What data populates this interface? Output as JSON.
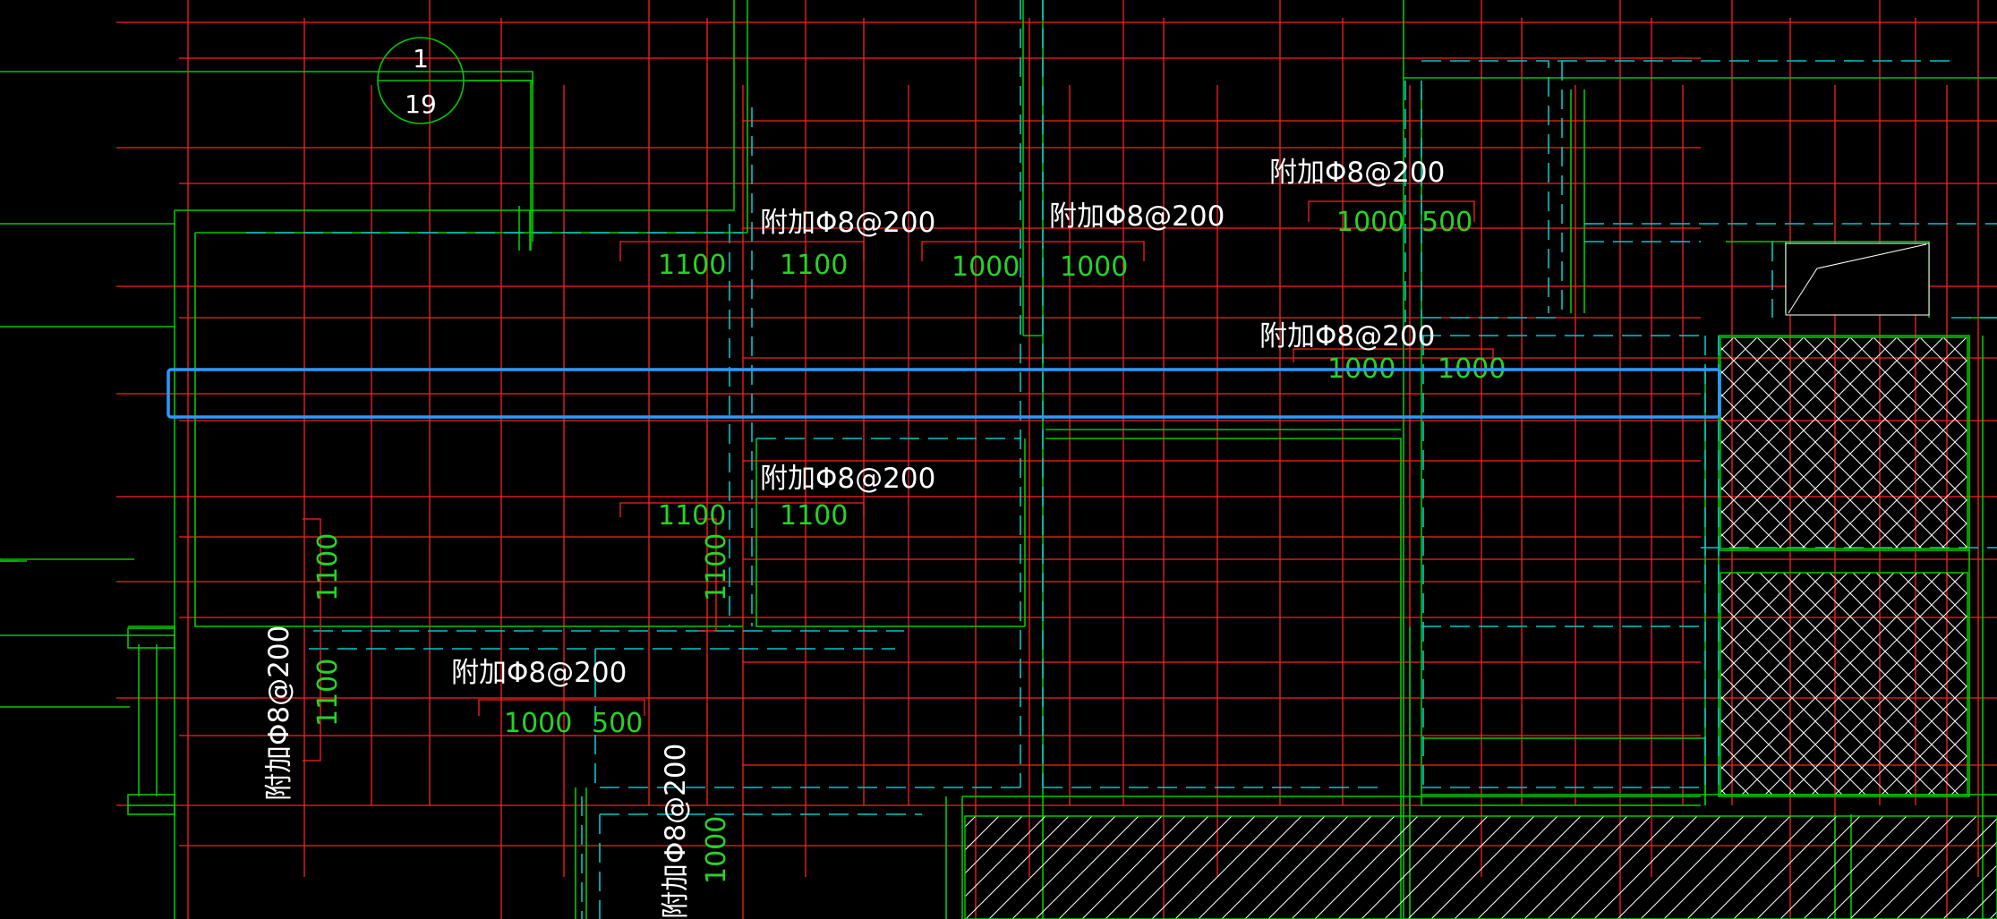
{
  "colors": {
    "background": "#000000",
    "rebar": "#ff2020",
    "wall": "#00c800",
    "dash": "#00c8c8",
    "dim_text": "#28d228",
    "note_text": "#ffffff",
    "selection": "#2a9bff",
    "hatch": "#ffffff"
  },
  "section_marker": {
    "number": "1",
    "sheet": "19"
  },
  "notes": {
    "n1": "附加Φ8@200",
    "n2": "附加Φ8@200",
    "n3": "附加Φ8@200",
    "n4": "附加Φ8@200",
    "n5": "附加Φ8@200",
    "n6": "附加Φ8@200",
    "n7": "附加Φ8@200",
    "n8": "附加Φ8@200"
  },
  "dims": {
    "d1": "1100",
    "d2": "1100",
    "d3": "1000",
    "d4": "1000",
    "d5": "1000",
    "d6": "500",
    "d7": "1000",
    "d8": "1000",
    "d9": "1100",
    "d10": "1100",
    "d11": "1100",
    "d12": "1100",
    "d13": "1100",
    "d14": "1000",
    "d15": "500",
    "d16": "1000"
  }
}
